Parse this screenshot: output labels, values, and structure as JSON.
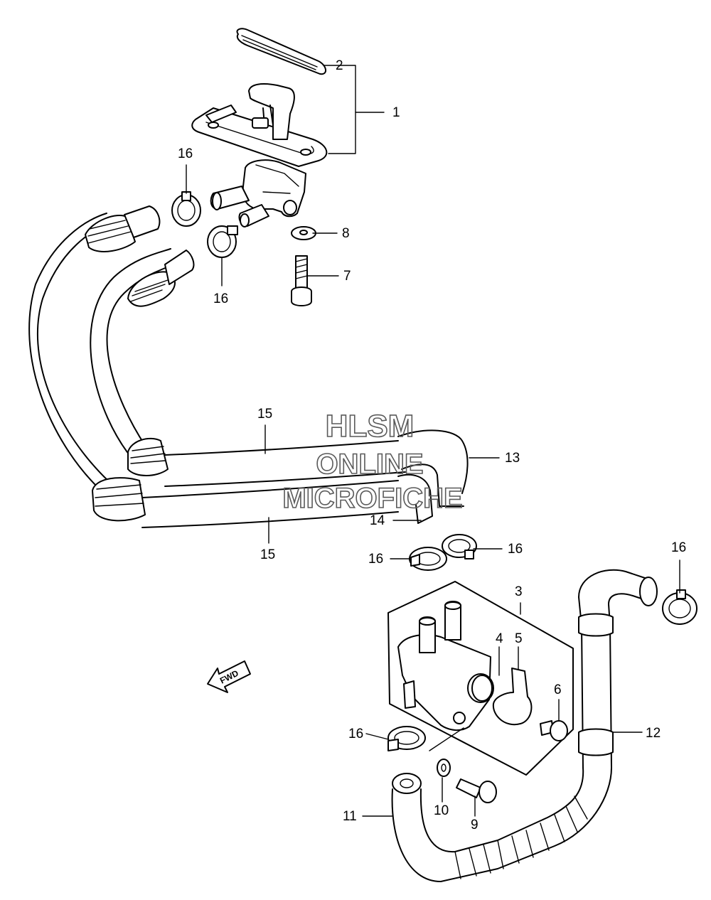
{
  "watermark": {
    "line1": "HLSM",
    "line2": "ONLINE",
    "line3": "MICROFICHE"
  },
  "fwd_label": "FWD",
  "callouts": [
    {
      "id": "c2",
      "text": "2"
    },
    {
      "id": "c1",
      "text": "1"
    },
    {
      "id": "c16a",
      "text": "16"
    },
    {
      "id": "c8",
      "text": "8"
    },
    {
      "id": "c7",
      "text": "7"
    },
    {
      "id": "c16b",
      "text": "16"
    },
    {
      "id": "c15a",
      "text": "15"
    },
    {
      "id": "c13",
      "text": "13"
    },
    {
      "id": "c14",
      "text": "14"
    },
    {
      "id": "c15b",
      "text": "15"
    },
    {
      "id": "c16c",
      "text": "16"
    },
    {
      "id": "c16d",
      "text": "16"
    },
    {
      "id": "c16e",
      "text": "16"
    },
    {
      "id": "c3",
      "text": "3"
    },
    {
      "id": "c4",
      "text": "4"
    },
    {
      "id": "c5",
      "text": "5"
    },
    {
      "id": "c6",
      "text": "6"
    },
    {
      "id": "c12",
      "text": "12"
    },
    {
      "id": "c16f",
      "text": "16"
    },
    {
      "id": "c11",
      "text": "11"
    },
    {
      "id": "c10",
      "text": "10"
    },
    {
      "id": "c9",
      "text": "9"
    }
  ]
}
